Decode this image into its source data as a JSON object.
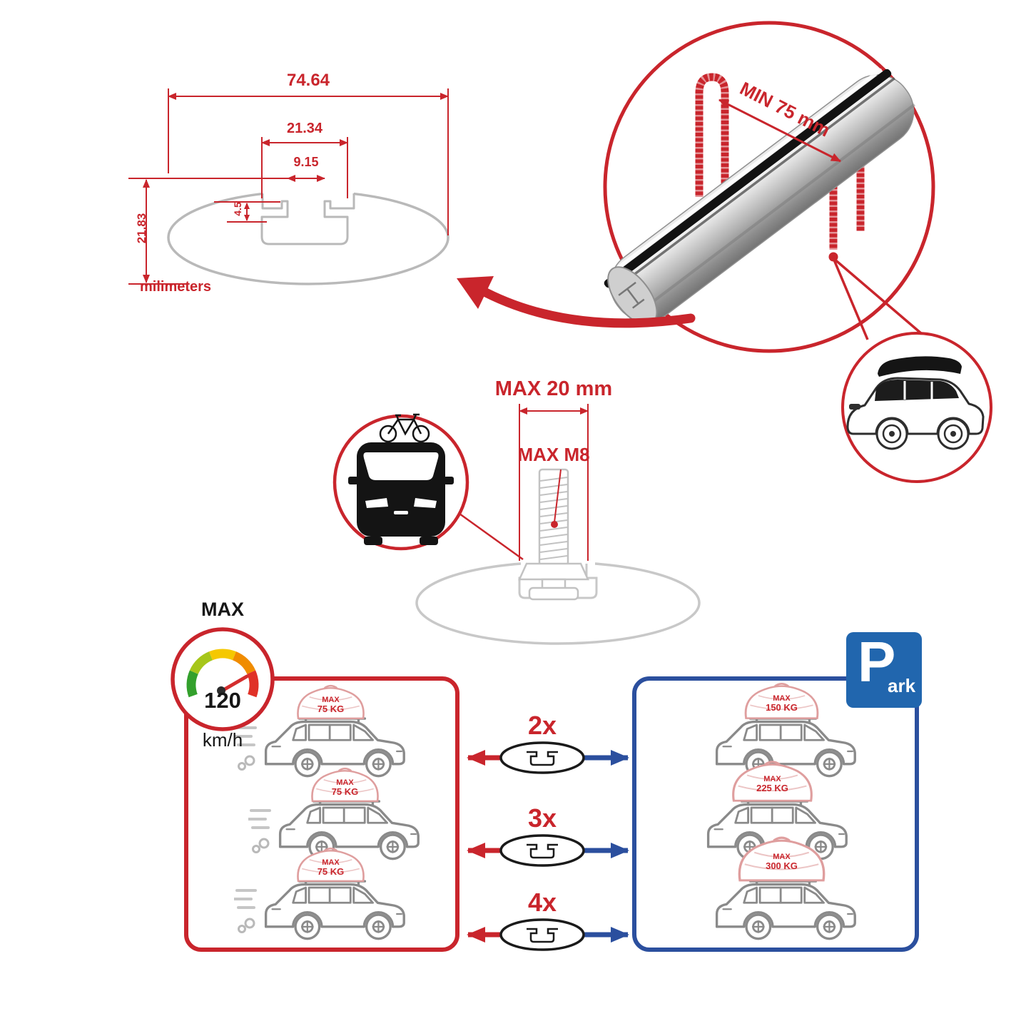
{
  "cross_section": {
    "width_total": "74.64",
    "width_channel": "21.34",
    "width_slot": "9.15",
    "lip_depth": "4.5",
    "height_total": "21.83",
    "units": "milimeters"
  },
  "clamp": {
    "min_grip": "MIN 75 mm"
  },
  "bolt": {
    "max_width": "MAX 20 mm",
    "max_thread": "MAX M8"
  },
  "speed_limit": {
    "title": "MAX",
    "value": "120",
    "unit": "km/h"
  },
  "parking": {
    "letter": "P",
    "rest": "ark"
  },
  "capacity": {
    "multipliers": [
      "2x",
      "3x",
      "4x"
    ],
    "driving": [
      {
        "label": "MAX",
        "weight": "75 KG"
      },
      {
        "label": "MAX",
        "weight": "75 KG"
      },
      {
        "label": "MAX",
        "weight": "75 KG"
      }
    ],
    "parked": [
      {
        "label": "MAX",
        "weight": "150 KG"
      },
      {
        "label": "MAX",
        "weight": "225 KG"
      },
      {
        "label": "MAX",
        "weight": "300 KG"
      }
    ]
  },
  "colors": {
    "red": "#c9252c",
    "blue": "#2b4f9e",
    "sign_blue": "#2166ae",
    "silver": "#c0c0c0"
  }
}
